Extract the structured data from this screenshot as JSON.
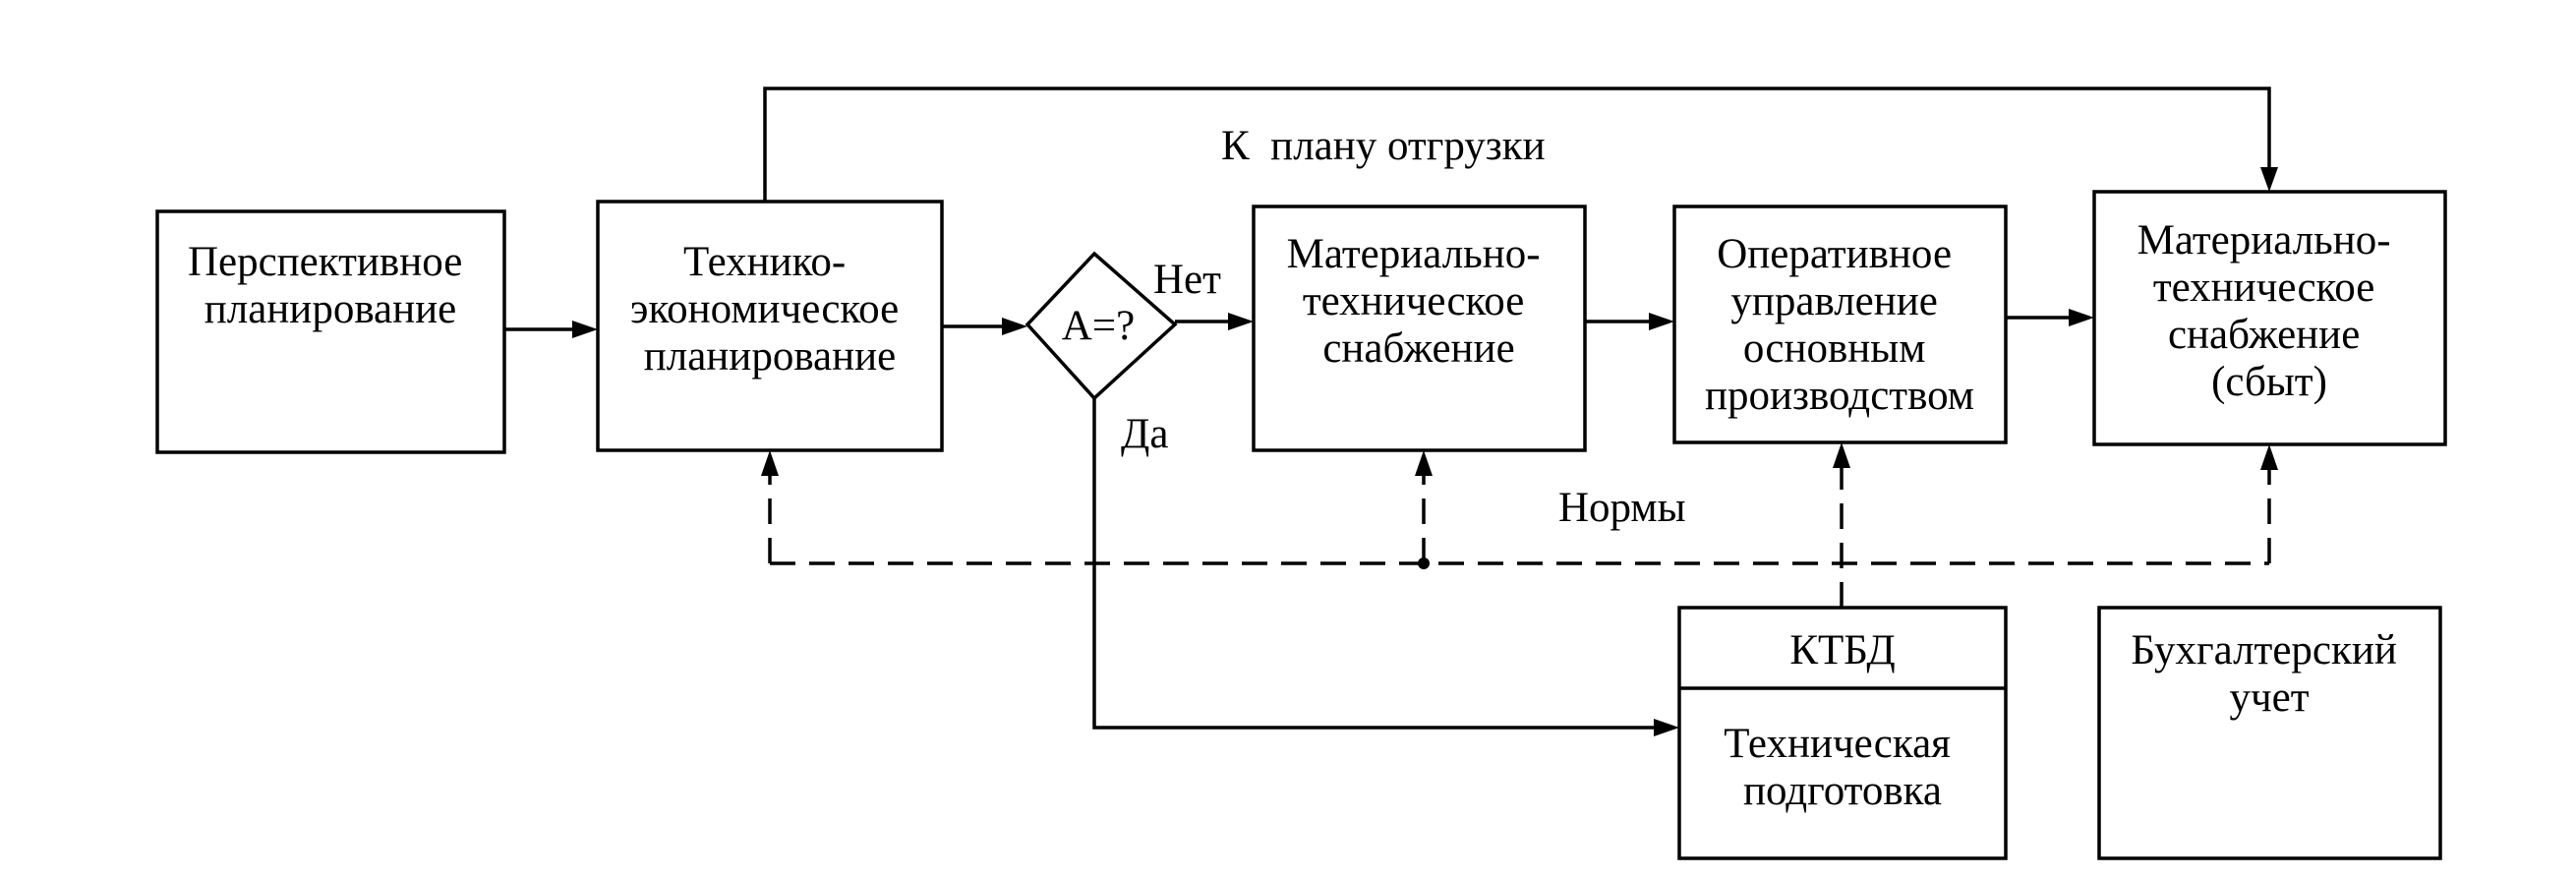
{
  "boxes": {
    "perspective": {
      "lines": [
        "Перспективное",
        "планирование"
      ]
    },
    "tech_econ": {
      "lines": [
        "Технико-",
        "экономическое",
        "планирование"
      ]
    },
    "decision": {
      "lines": [
        "А=?"
      ]
    },
    "supply": {
      "lines": [
        "Материально-",
        "техническое",
        "снабжение"
      ]
    },
    "operational": {
      "lines": [
        "Оперативное",
        "управление",
        "основным",
        "производством"
      ]
    },
    "sales": {
      "lines": [
        "Материально-",
        "техническое",
        "снабжение",
        "(сбыт)"
      ]
    },
    "ktbd": {
      "header": "КТБД",
      "lines": [
        "Техническая",
        "подготовка"
      ]
    },
    "accounting": {
      "lines": [
        "Бухгалтерский",
        "учет"
      ]
    }
  },
  "labels": {
    "shipment": "К  плану отгрузки",
    "no": "Нет",
    "yes": "Да",
    "norms": "Нормы"
  }
}
